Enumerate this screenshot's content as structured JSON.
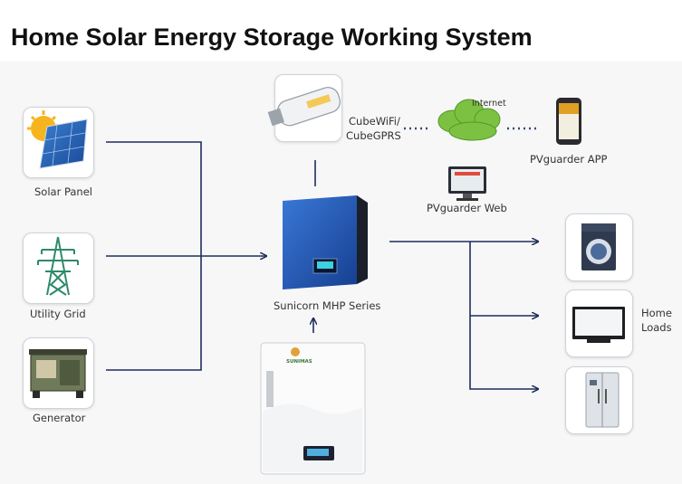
{
  "title": "Home Solar Energy Storage Working System",
  "sources": {
    "solar_panel": "Solar Panel",
    "utility_grid": "Utility Grid",
    "generator": "Generator"
  },
  "inverter": {
    "label": "Sunicorn MHP Series"
  },
  "connectivity": {
    "wifi_line1": "CubeWiFi/",
    "wifi_line2": "CubeGPRS",
    "internet": "Internet",
    "web": "PVguarder Web",
    "app": "PVguarder APP"
  },
  "loads": {
    "line1": "Home",
    "line2": "Loads"
  },
  "battery": {
    "brand": "SUNIMAS"
  },
  "colors": {
    "inverter_blue": "#1f57b8",
    "cloud_green": "#7dc142",
    "line_navy": "#1f2e5a"
  }
}
